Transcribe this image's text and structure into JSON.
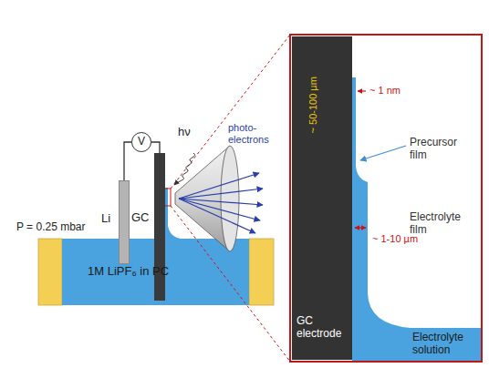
{
  "diagram": {
    "nodes": [
      {
        "text": [
          "Li"
        ]
      },
      {
        "text": [
          "GC"
        ]
      },
      {
        "text": [
          "V"
        ]
      },
      {
        "text": [
          "GC electrode"
        ]
      }
    ],
    "edges": [
      {
        "from": 2,
        "to": 0,
        "arrow": "none"
      },
      {
        "from": 2,
        "to": 1,
        "arrow": "none"
      }
    ],
    "labels": [
      "hν",
      "photo- electrons",
      "P = 0.25 mbar",
      "1M LiPF₆ in PC",
      "~ 1 nm",
      "~ 50-100 µm",
      "Precursor film",
      "Electrolyte film",
      "~ 1-10 µm",
      "Electrolyte solution"
    ]
  }
}
